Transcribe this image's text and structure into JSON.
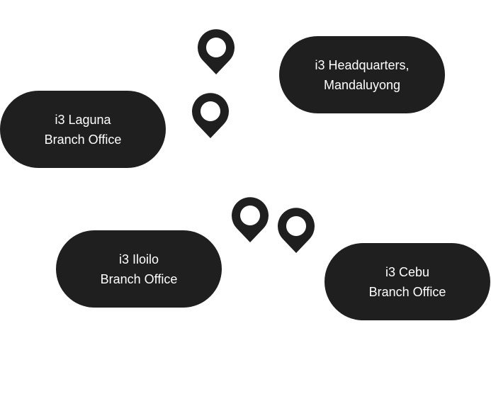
{
  "offices": [
    {
      "line1": "i3 Headquarters,",
      "line2": "Mandaluyong"
    },
    {
      "line1": "i3 Laguna",
      "line2": "Branch Office"
    },
    {
      "line1": "i3 Iloilo",
      "line2": "Branch Office"
    },
    {
      "line1": "i3 Cebu",
      "line2": "Branch Office"
    }
  ],
  "colors": {
    "pill": "#1f1f1f",
    "text": "#ffffff"
  }
}
